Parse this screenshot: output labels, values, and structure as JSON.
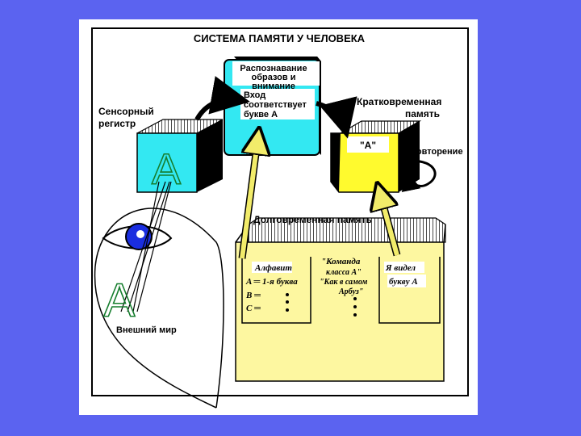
{
  "title": "СИСТЕМА ПАМЯТИ У ЧЕЛОВЕКА",
  "recognition_box": {
    "lines": [
      "Распознавание",
      "образов и",
      "внимание"
    ],
    "input_lines": [
      "Вход",
      "соответствует",
      "букве А"
    ]
  },
  "sensory_register": {
    "label_lines": [
      "Сенсорный",
      "регистр"
    ],
    "letter": "A"
  },
  "short_term_memory": {
    "label_lines": [
      "Кратковременная",
      "память"
    ],
    "content": "\"A\""
  },
  "rehearsal": {
    "label": "Повторение"
  },
  "long_term_memory": {
    "label": "Долговременная память",
    "col1": {
      "header": "Алфавит",
      "rows": [
        "A ═ 1-я буква",
        "B ═",
        "C ═"
      ]
    },
    "col2": {
      "lines": [
        "\"Команда",
        "класса А\"",
        "\"Как в самом",
        "Арбуз\""
      ]
    },
    "col3": {
      "lines": [
        "Я видел",
        "букву А"
      ]
    }
  },
  "external_world": {
    "label": "Внешний мир",
    "letter": "A"
  },
  "colors": {
    "background": "#5b63f0",
    "cyan_box": "#33e8f2",
    "yellow_box": "#fffa2e",
    "ltm_box": "#fdf7a0",
    "arrow_yellow": "#f2ec6a",
    "eye_blue": "#1a2ee0"
  },
  "icons": [
    "eye-icon",
    "curved-arrow-icon"
  ]
}
